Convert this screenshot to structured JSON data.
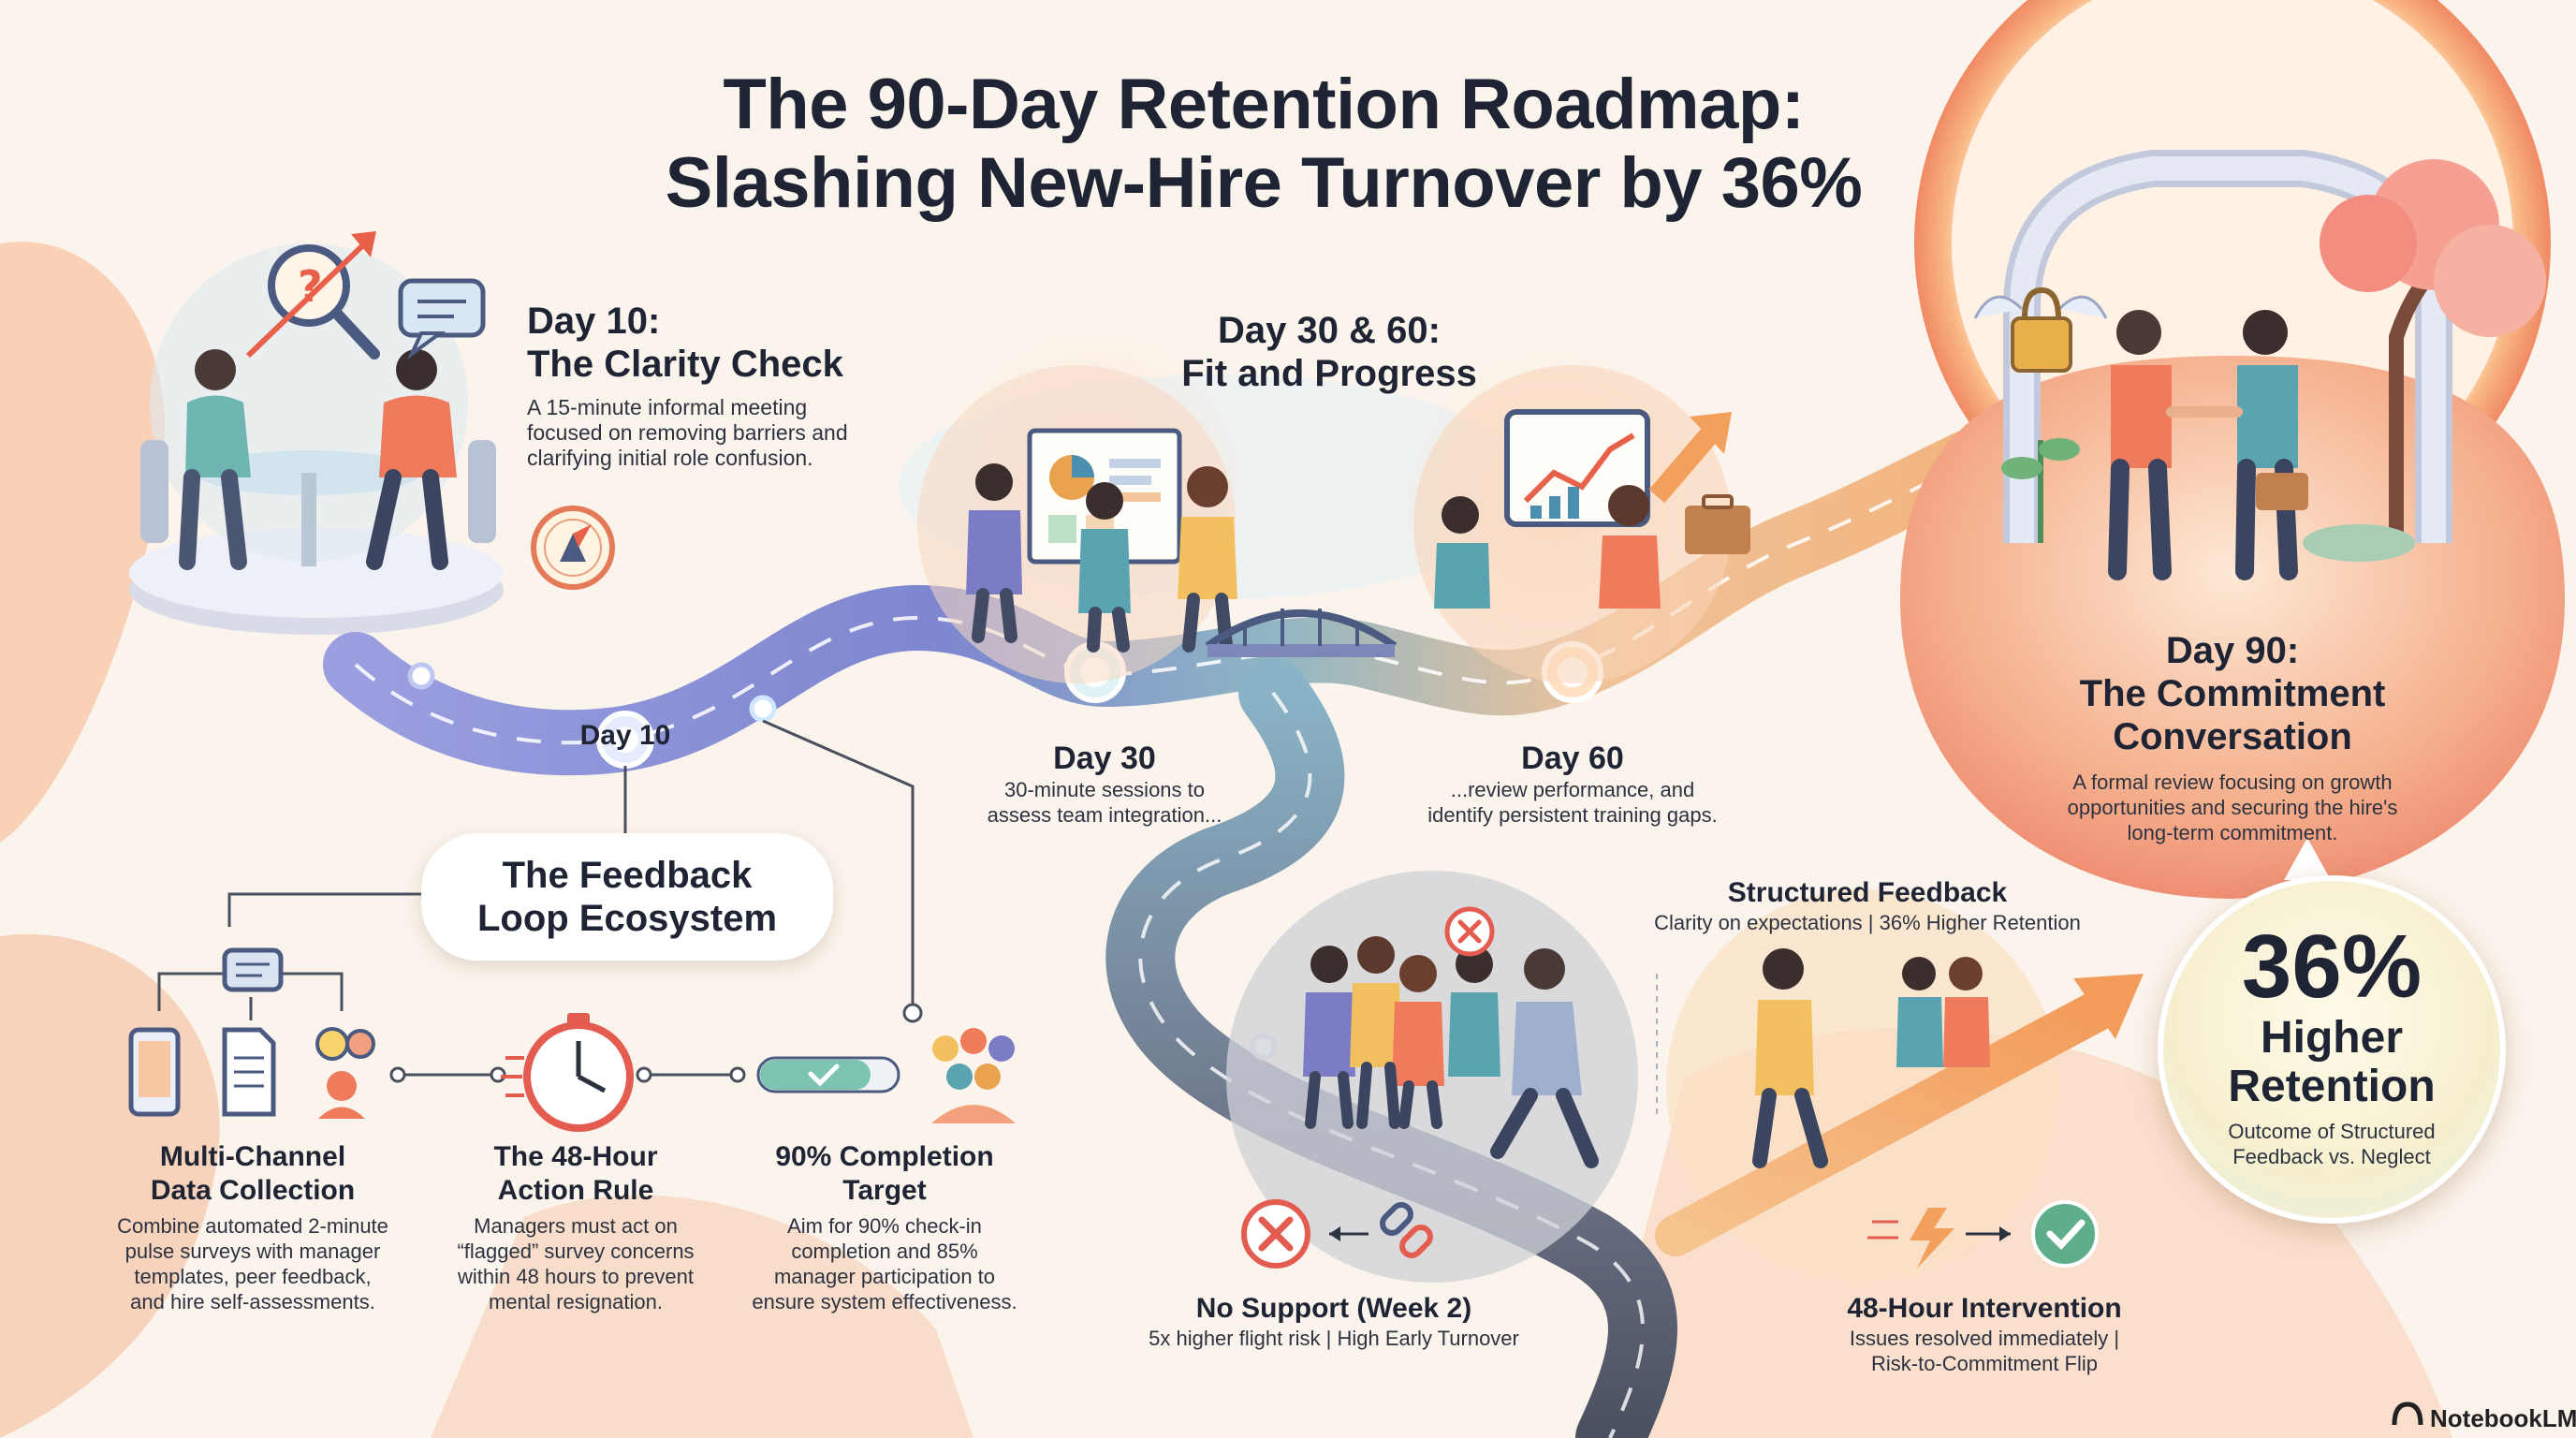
{
  "title": {
    "line1": "The 90-Day Retention Roadmap:",
    "line2": "Slashing New-Hire Turnover by 36%"
  },
  "day10": {
    "heading1": "Day 10:",
    "heading2": "The Clarity Check",
    "desc1": "A 15-minute informal meeting",
    "desc2": "focused on removing barriers and",
    "desc3": "clarifying initial role confusion.",
    "marker": "Day 10"
  },
  "day30_60": {
    "heading1": "Day 30 & 60:",
    "heading2": "Fit and Progress"
  },
  "day30": {
    "label": "Day 30",
    "desc1": "30-minute sessions to",
    "desc2": "assess team integration..."
  },
  "day60": {
    "label": "Day 60",
    "desc1": "...review performance, and",
    "desc2": "identify persistent training gaps."
  },
  "day90": {
    "heading1": "Day 90:",
    "heading2": "The Commitment",
    "heading3": "Conversation",
    "desc1": "A formal review focusing on growth",
    "desc2": "opportunities and securing the hire's",
    "desc3": "long-term commitment."
  },
  "feedback_loop": {
    "title1": "The Feedback",
    "title2": "Loop Ecosystem"
  },
  "multi_channel": {
    "title1": "Multi-Channel",
    "title2": "Data Collection",
    "desc1": "Combine automated 2-minute",
    "desc2": "pulse surveys with manager",
    "desc3": "templates, peer feedback,",
    "desc4": "and hire self-assessments."
  },
  "action_rule": {
    "title1": "The 48-Hour",
    "title2": "Action Rule",
    "desc1": "Managers must act on",
    "desc2": "“flagged” survey concerns",
    "desc3": "within 48 hours to prevent",
    "desc4": "mental resignation."
  },
  "completion": {
    "title1": "90% Completion",
    "title2": "Target",
    "desc1": "Aim for 90% check-in",
    "desc2": "completion and 85%",
    "desc3": "manager participation to",
    "desc4": "ensure system effectiveness."
  },
  "structured": {
    "title": "Structured Feedback",
    "subtitle": "Clarity on expectations | 36% Higher Retention"
  },
  "no_support": {
    "title": "No Support (Week 2)",
    "subtitle": "5x higher flight risk | High Early Turnover"
  },
  "intervention": {
    "title": "48-Hour Intervention",
    "desc1": "Issues resolved immediately |",
    "desc2": "Risk-to-Commitment Flip"
  },
  "stat": {
    "value": "36%",
    "label1": "Higher",
    "label2": "Retention",
    "caption1": "Outcome of Structured",
    "caption2": "Feedback vs. Neglect"
  },
  "brand": "NotebookLM",
  "colors": {
    "road_purple": "#8d8fd8",
    "road_orange": "#f2a463",
    "accent_red": "#e45b4f",
    "accent_green": "#5fae8a",
    "accent_teal": "#5aaea8"
  }
}
